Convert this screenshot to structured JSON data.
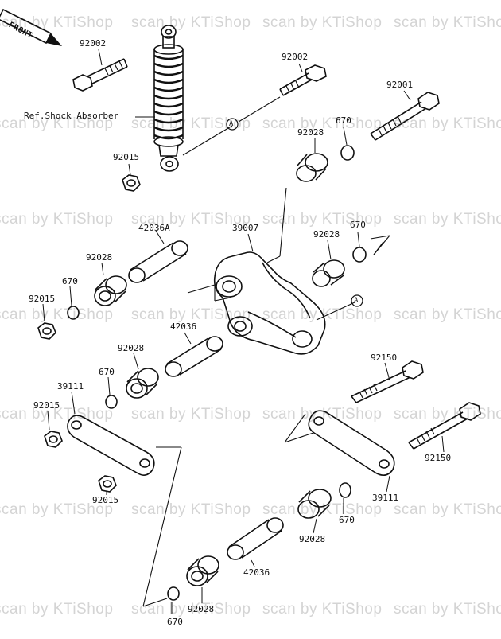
{
  "watermark": "scan by KTiShop",
  "front_tag": "FRONT",
  "ref_label": "Ref.Shock Absorber",
  "callouts": {
    "a_marker_1": "A",
    "a_marker_2": "A"
  },
  "labels": {
    "p92002_left": "92002",
    "p92002_right": "92002",
    "p92001": "92001",
    "p92015_top": "92015",
    "p92028_top": "92028",
    "p670_top": "670",
    "p42036A": "42036A",
    "p39007": "39007",
    "p92028_mid_right": "92028",
    "p670_mid_right": "670",
    "p92028_left": "92028",
    "p670_left": "670",
    "p92015_left": "92015",
    "p42036_mid": "42036",
    "p92028_lower_left": "92028",
    "p670_lower_left": "670",
    "p39111_left": "39111",
    "p92015_lower": "92015",
    "p92150_top": "92150",
    "p92150_right": "92150",
    "p92015_bottom": "92015",
    "p39111_right": "39111",
    "p92028_lower_right": "92028",
    "p670_lower_right": "670",
    "p42036_bottom": "42036",
    "p92028_bottom": "92028",
    "p670_bottom": "670"
  }
}
